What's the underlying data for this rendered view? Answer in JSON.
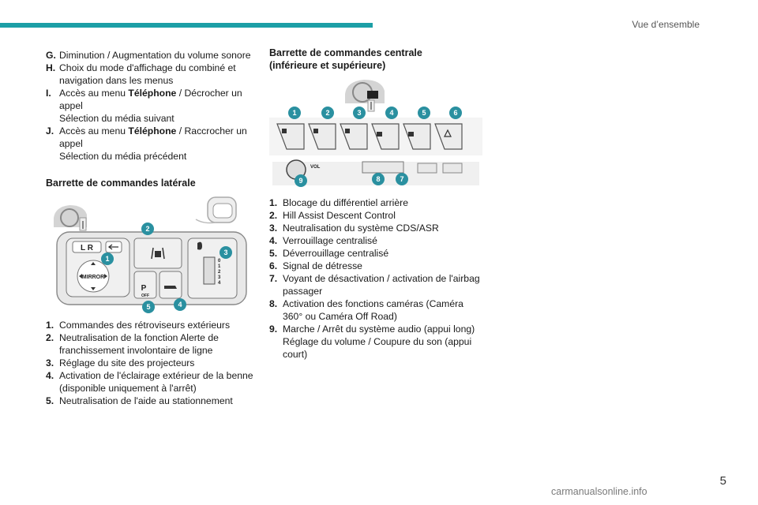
{
  "header": {
    "section": "Vue d’ensemble"
  },
  "left": {
    "items_top": [
      {
        "key": "G.",
        "lines": [
          "Diminution / Augmentation du volume sonore"
        ]
      },
      {
        "key": "H.",
        "lines": [
          " Choix du mode d'affichage du combiné et navigation dans les menus"
        ]
      },
      {
        "key": "I.",
        "pre": "Accès au menu ",
        "bold": "Téléphone",
        "post": " / Décrocher un appel",
        "sub": "Sélection du média suivant"
      },
      {
        "key": "J.",
        "pre": "Accès au menu ",
        "bold": "Téléphone",
        "post": " / Raccrocher un appel",
        "sub": "Sélection du média précédent"
      }
    ],
    "heading": "Barrette de commandes latérale",
    "figure": {
      "mirror_label": "MIRROR",
      "lr_label": "L R",
      "park_label": "P",
      "off_label": "OFF",
      "scale_digits": [
        "0",
        "1",
        "2",
        "3",
        "4"
      ],
      "callouts": [
        "1",
        "2",
        "3",
        "4",
        "5"
      ]
    },
    "items_bottom": [
      {
        "key": "1.",
        "text": "Commandes des rétroviseurs extérieurs"
      },
      {
        "key": "2.",
        "text": "Neutralisation de la fonction Alerte de franchissement involontaire de ligne"
      },
      {
        "key": "3.",
        "text": "Réglage du site des projecteurs"
      },
      {
        "key": "4.",
        "text": "Activation de l'éclairage extérieur de la benne (disponible uniquement à l'arrêt)"
      },
      {
        "key": "5.",
        "text": "Neutralisation de l'aide au stationnement"
      }
    ]
  },
  "right": {
    "heading_lines": [
      "Barrette de commandes centrale",
      "(inférieure et supérieure)"
    ],
    "figure": {
      "vol_label": "VOL",
      "callouts_top": [
        "1",
        "2",
        "3",
        "4",
        "5",
        "6"
      ],
      "callouts_bottom": [
        "9",
        "8",
        "7"
      ]
    },
    "items": [
      {
        "key": "1.",
        "text": "Blocage du différentiel arrière"
      },
      {
        "key": "2.",
        "text": "Hill Assist Descent Control"
      },
      {
        "key": "3.",
        "text": "Neutralisation du système CDS/ASR"
      },
      {
        "key": "4.",
        "text": "Verrouillage centralisé"
      },
      {
        "key": "5.",
        "text": "Déverrouillage centralisé"
      },
      {
        "key": "6.",
        "text": "Signal de détresse"
      },
      {
        "key": "7.",
        "text": "Voyant de désactivation / activation de l'airbag passager"
      },
      {
        "key": "8.",
        "text": "Activation des fonctions caméras (Caméra 360° ou Caméra Off Road)"
      },
      {
        "key": "9.",
        "text": "Marche / Arrêt du système audio (appui long)",
        "sub": "Réglage du volume / Coupure du son (appui court)"
      }
    ]
  },
  "footer": {
    "page_number": "5",
    "watermark": "carmanualsonline.info"
  },
  "colors": {
    "accent": "#1c9fa6",
    "callout": "#2a90a0"
  }
}
